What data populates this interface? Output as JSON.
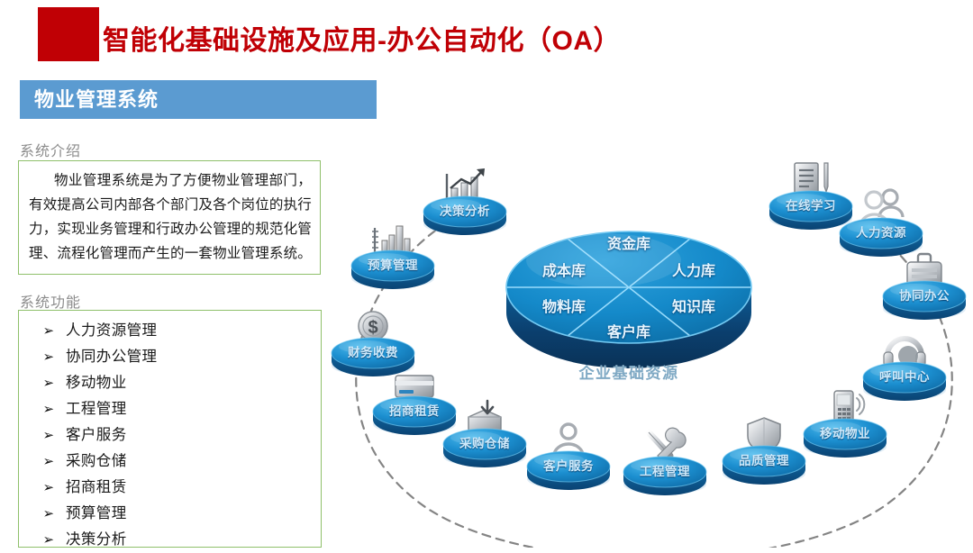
{
  "header": {
    "title": "智能化基础设施及应用-办公自动化（OA）",
    "accent_color": "#C00005",
    "subtitle": "物业管理系统",
    "subtitle_bar_color": "#5B9BD1"
  },
  "left_panel": {
    "intro_label": "系统介绍",
    "intro_text": "物业管理系统是为了方便物业管理部门，有效提高公司内部各个部门及各个岗位的执行力，实现业务管理和行政办公管理的规范化管理、流程化管理而产生的一套物业管理系统。",
    "functions_label": "系统功能",
    "bullet_glyph": "➢",
    "border_color": "#8FC06B",
    "functions": [
      {
        "label": "人力资源管理"
      },
      {
        "label": "协同办公管理"
      },
      {
        "label": "移动物业"
      },
      {
        "label": "工程管理"
      },
      {
        "label": "客户服务"
      },
      {
        "label": "采购仓储"
      },
      {
        "label": "招商租赁"
      },
      {
        "label": "预算管理"
      },
      {
        "label": "决策分析"
      }
    ]
  },
  "diagram": {
    "caption": "企业基础资源",
    "center": {
      "segments": [
        {
          "label": "资金库"
        },
        {
          "label": "成本库"
        },
        {
          "label": "人力库"
        },
        {
          "label": "物料库"
        },
        {
          "label": "知识库"
        },
        {
          "label": "客户库"
        }
      ],
      "top_color": "#1E8CCB",
      "side_color": "#0E4F8C"
    },
    "nodes": [
      {
        "label": "决策分析",
        "icon": "growth-chart-icon"
      },
      {
        "label": "预算管理",
        "icon": "bar-chart-icon"
      },
      {
        "label": "财务收费",
        "icon": "dollar-coin-icon"
      },
      {
        "label": "招商租赁",
        "icon": "credit-card-icon"
      },
      {
        "label": "采购仓储",
        "icon": "inbox-download-icon"
      },
      {
        "label": "客户服务",
        "icon": "person-icon"
      },
      {
        "label": "工程管理",
        "icon": "wrench-screwdriver-icon"
      },
      {
        "label": "品质管理",
        "icon": "shield-icon"
      },
      {
        "label": "移动物业",
        "icon": "mobile-phone-icon"
      },
      {
        "label": "呼叫中心",
        "icon": "headset-icon"
      },
      {
        "label": "协同办公",
        "icon": "briefcase-icon"
      },
      {
        "label": "人力资源",
        "icon": "people-group-icon"
      },
      {
        "label": "在线学习",
        "icon": "document-pen-icon"
      }
    ]
  }
}
